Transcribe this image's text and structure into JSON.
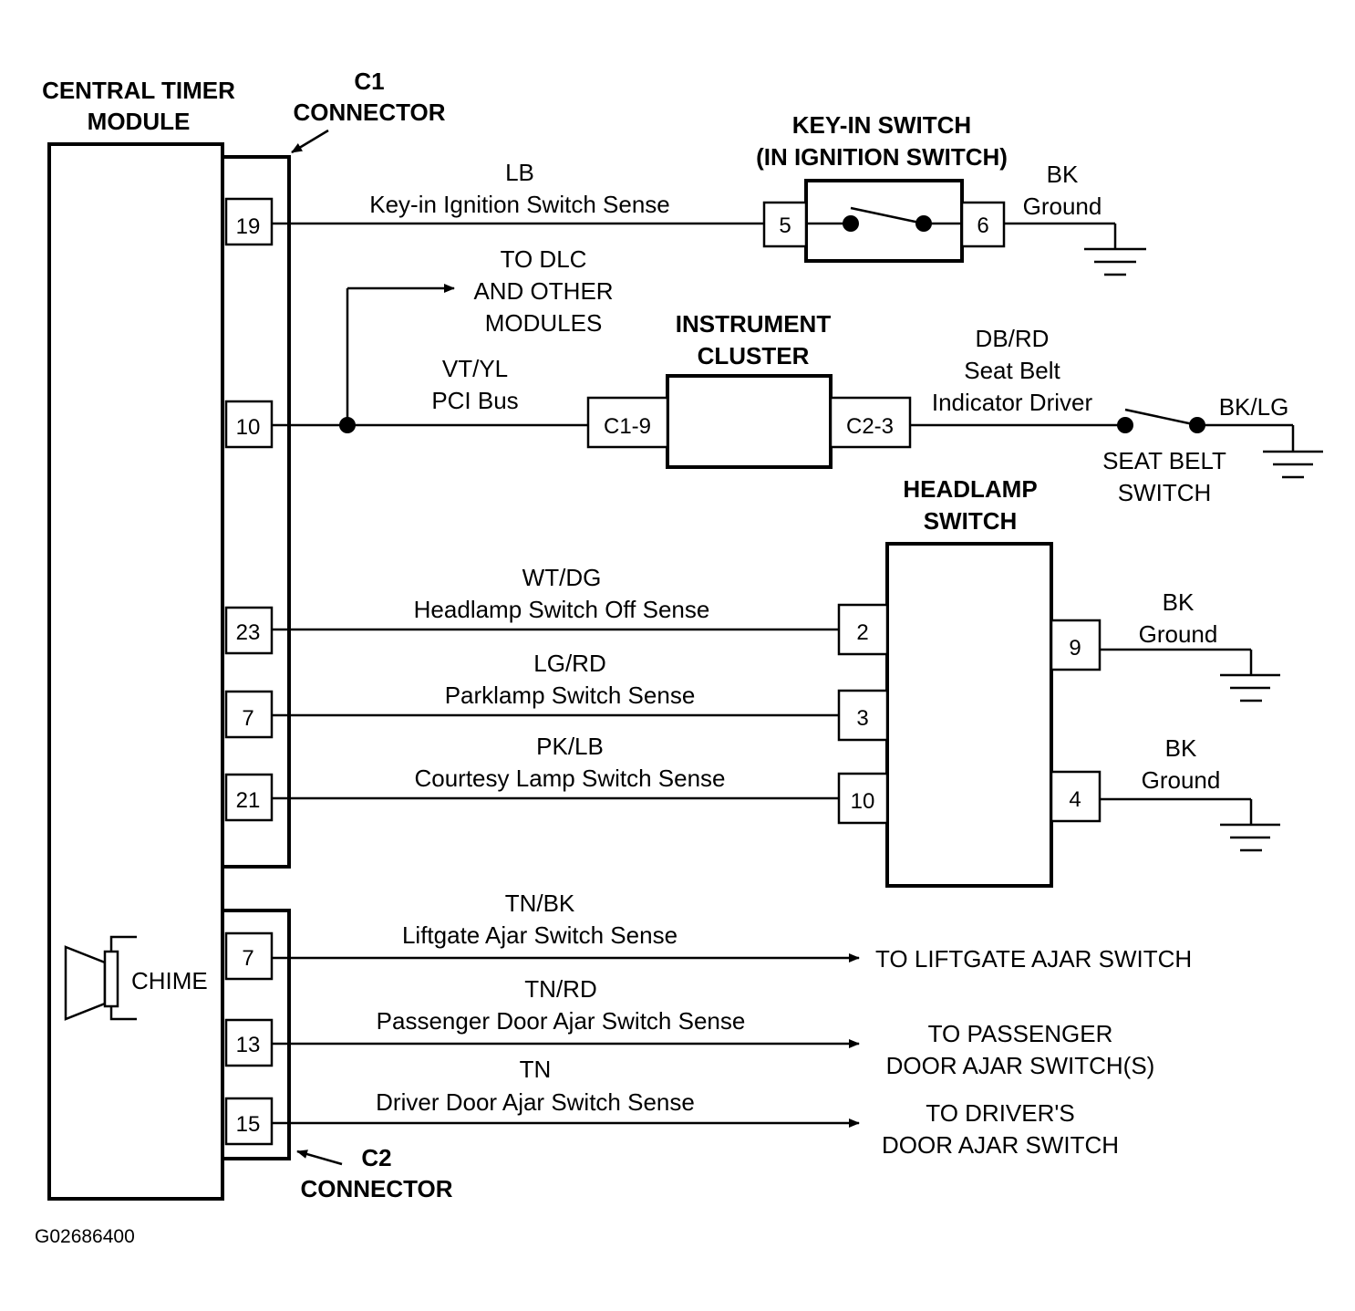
{
  "ctm": {
    "title_line1": "CENTRAL TIMER",
    "title_line2": "MODULE",
    "chime_label": "CHIME"
  },
  "c1": {
    "line1": "C1",
    "line2": "CONNECTOR",
    "pins": [
      "19",
      "10",
      "23",
      "7",
      "21"
    ]
  },
  "c2": {
    "line1": "C2",
    "line2": "CONNECTOR",
    "pins": [
      "7",
      "13",
      "15"
    ]
  },
  "key_in_switch": {
    "title_line1": "KEY-IN SWITCH",
    "title_line2": "(IN IGNITION SWITCH)",
    "pin_in": "5",
    "pin_out": "6",
    "ground_color": "BK",
    "ground_label": "Ground"
  },
  "dlc": {
    "line1": "TO DLC",
    "line2": "AND OTHER",
    "line3": "MODULES"
  },
  "instrument_cluster": {
    "title_line1": "INSTRUMENT",
    "title_line2": "CLUSTER",
    "pin_in": "C1-9",
    "pin_out": "C2-3"
  },
  "seat_belt": {
    "color": "DB/RD",
    "name_line1": "Seat Belt",
    "name_line2": "Indicator Driver",
    "ground_color": "BK/LG",
    "switch_line1": "SEAT BELT",
    "switch_line2": "SWITCH"
  },
  "headlamp_switch": {
    "title_line1": "HEADLAMP",
    "title_line2": "SWITCH",
    "pins_left": [
      "2",
      "3",
      "10"
    ],
    "pins_right": [
      "9",
      "4"
    ],
    "ground1_color": "BK",
    "ground1_label": "Ground",
    "ground2_color": "BK",
    "ground2_label": "Ground"
  },
  "wires": [
    {
      "color": "LB",
      "name": "Key-in Ignition Switch Sense"
    },
    {
      "color": "VT/YL",
      "name": "PCI Bus"
    },
    {
      "color": "WT/DG",
      "name": "Headlamp Switch Off Sense"
    },
    {
      "color": "LG/RD",
      "name": "Parklamp Switch Sense"
    },
    {
      "color": "PK/LB",
      "name": "Courtesy Lamp Switch Sense"
    },
    {
      "color": "TN/BK",
      "name": "Liftgate Ajar Switch Sense"
    },
    {
      "color": "TN/RD",
      "name": "Passenger Door Ajar Switch Sense"
    },
    {
      "color": "TN",
      "name": "Driver Door Ajar Switch Sense"
    }
  ],
  "destinations": {
    "liftgate": "TO LIFTGATE AJAR SWITCH",
    "passenger_line1": "TO PASSENGER",
    "passenger_line2": "DOOR AJAR SWITCH(S)",
    "driver_line1": "TO DRIVER'S",
    "driver_line2": "DOOR AJAR SWITCH"
  },
  "figure_id": "G02686400"
}
